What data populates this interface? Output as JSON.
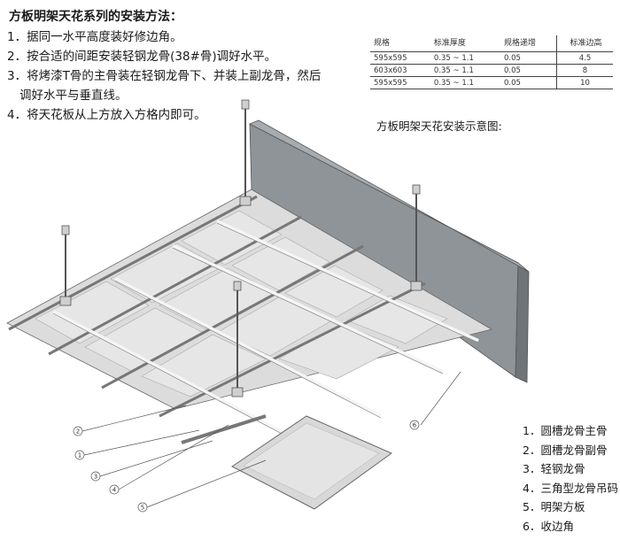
{
  "title": "方板明架天花系列的安装方法：",
  "steps": [
    "1．据同一水平高度装好修边角。",
    "2．按合适的间距安装轻钢龙骨(38#骨)调好水平。",
    "3．将烤漆T骨的主骨装在轻钢龙骨下、并装上副龙骨，然后",
    "调好水平与垂直线。",
    "4．将天花板从上方放入方格内即可。"
  ],
  "spec_table": {
    "headers": [
      "规格",
      "标准厚度",
      "规格递增",
      "标准边高"
    ],
    "rows": [
      [
        "595x595",
        "0.35 ~ 1.1",
        "0.05",
        "4.5"
      ],
      [
        "603x603",
        "0.35 ~ 1.1",
        "0.05",
        "8"
      ],
      [
        "595x595",
        "0.35 ~ 1.1",
        "0.05",
        "10"
      ]
    ]
  },
  "diagram_caption": "方板明架天花安装示意图:",
  "callouts": [
    "1",
    "2",
    "3",
    "4",
    "5",
    "6"
  ],
  "legend": [
    "1．圆槽龙骨主骨",
    "2．圆槽龙骨副骨",
    "3．轻钢龙骨",
    "4．三角型龙骨吊码",
    "5．明架方板",
    "6．收边角"
  ],
  "colors": {
    "wall_face": "#8e9498",
    "wall_side": "#6f7478",
    "panel": "#dcdcdc",
    "grid": "#f2f2f2",
    "line": "#555555"
  }
}
